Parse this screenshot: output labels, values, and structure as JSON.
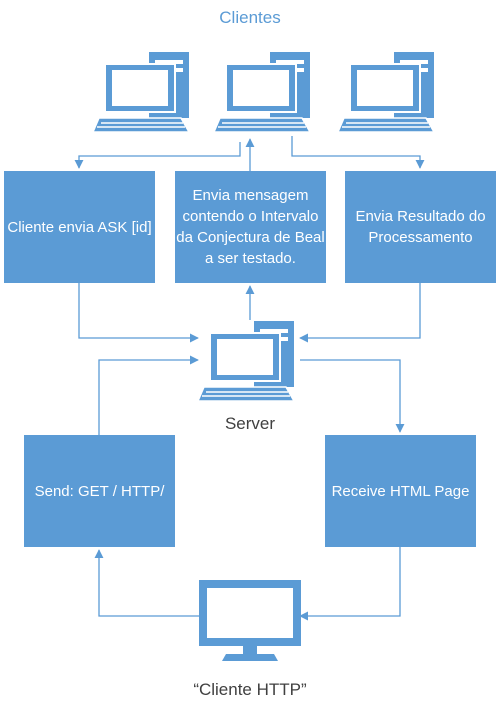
{
  "title": "Clientes",
  "server_label": "Server",
  "http_client_label": "“Cliente HTTP”",
  "boxes": {
    "ask": "Cliente envia ASK [id]",
    "message": "Envia mensagem contendo o Intervalo da Conjectura de Beal a ser testado.",
    "result": "Envia Resultado do Processamento",
    "send": "Send: GET / HTTP/",
    "receive": "Receive HTML Page"
  },
  "colors": {
    "accent": "#5b9bd5",
    "dark": "#2e5f8e",
    "text": "#404040"
  },
  "icons": [
    "computer-icon",
    "server-computer-icon",
    "monitor-icon"
  ]
}
